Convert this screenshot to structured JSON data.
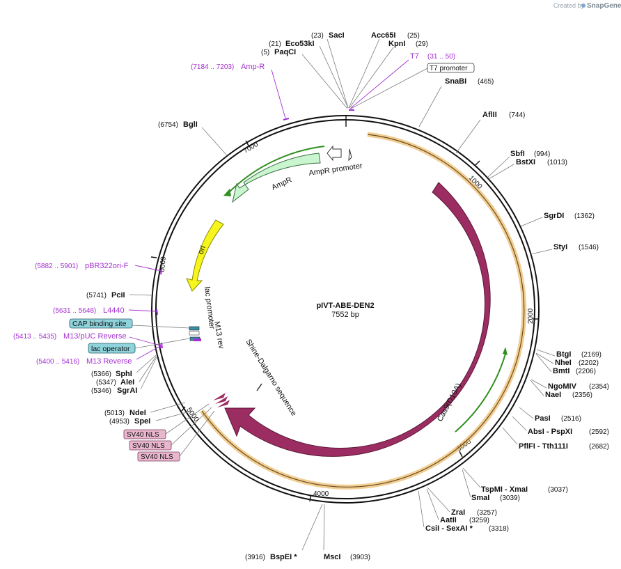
{
  "credit": {
    "text": "Created by",
    "brand": "SnapGene"
  },
  "plasmid": {
    "name": "pIVT-ABE-DEN2",
    "size_label": "7552 bp",
    "length": 7552
  },
  "scale_ticks": [
    "1000",
    "2000",
    "3000",
    "4000",
    "5000",
    "6000",
    "7000"
  ],
  "enzymes": [
    {
      "name": "SacI",
      "pos": "(23)"
    },
    {
      "name": "Eco53kI",
      "pos": "(21)"
    },
    {
      "name": "PaqCI",
      "pos": "(5)"
    },
    {
      "name": "Acc65I",
      "pos": "(25)"
    },
    {
      "name": "KpnI",
      "pos": "(29)"
    },
    {
      "name": "SnaBI",
      "pos": "(465)"
    },
    {
      "name": "AflII",
      "pos": "(744)"
    },
    {
      "name": "SbfI",
      "pos": "(994)"
    },
    {
      "name": "BstXI",
      "pos": "(1013)"
    },
    {
      "name": "SgrDI",
      "pos": "(1362)"
    },
    {
      "name": "StyI",
      "pos": "(1546)"
    },
    {
      "name": "BtgI",
      "pos": "(2169)"
    },
    {
      "name": "NheI",
      "pos": "(2202)"
    },
    {
      "name": "BmtI",
      "pos": "(2206)"
    },
    {
      "name": "NgoMIV",
      "pos": "(2354)"
    },
    {
      "name": "NaeI",
      "pos": "(2356)"
    },
    {
      "name": "PasI",
      "pos": "(2516)"
    },
    {
      "name": "AbsI  - PspXI",
      "pos": "(2592)"
    },
    {
      "name": "PflFI  - Tth111I",
      "pos": "(2682)"
    },
    {
      "name": "TspMI  - XmaI",
      "pos": "(3037)"
    },
    {
      "name": "SmaI",
      "pos": "(3039)"
    },
    {
      "name": "ZraI",
      "pos": "(3257)"
    },
    {
      "name": "AatII",
      "pos": "(3259)"
    },
    {
      "name": "CsiI  - SexAI *",
      "pos": "(3318)"
    },
    {
      "name": "MscI",
      "pos": "(3903)"
    },
    {
      "name": "BspEI *",
      "pos": "(3916)"
    },
    {
      "name": "NdeI",
      "pos": "(5013)"
    },
    {
      "name": "SpeI",
      "pos": "(4953)"
    },
    {
      "name": "SphI",
      "pos": "(5366)"
    },
    {
      "name": "AleI",
      "pos": "(5347)"
    },
    {
      "name": "SgrAI",
      "pos": "(5346)"
    },
    {
      "name": "PciI",
      "pos": "(5741)"
    },
    {
      "name": "BglI",
      "pos": "(6754)"
    }
  ],
  "primers": [
    {
      "name": "T7",
      "range": "(31 .. 50)"
    },
    {
      "name": "Amp-R",
      "range": "(7184 .. 7203)"
    },
    {
      "name": "pBR322ori-F",
      "range": "(5882 .. 5901)"
    },
    {
      "name": "L4440",
      "range": "(5631 .. 5648)"
    },
    {
      "name": "M13/pUC Reverse",
      "range": "(5413 .. 5435)"
    },
    {
      "name": "M13 Reverse",
      "range": "(5400 .. 5416)"
    }
  ],
  "boxed_labels": {
    "t7_promoter": "T7 promoter",
    "cap_site": "CAP binding site",
    "lac_operator": "lac operator",
    "sv40": [
      "SV40 NLS",
      "SV40 NLS",
      "SV40 NLS"
    ]
  },
  "features": {
    "ampr": "AmpR",
    "ampr_promoter": "AmpR promoter",
    "ori": "ori",
    "lac_promoter": "lac promoter",
    "m13_rev": "M13 rev",
    "shine": "Shine-Dalgarno sequence",
    "cas9": "Cas9(D10A)"
  },
  "colors": {
    "cas9": "#9b2d62",
    "ampr": "#c9f5cf",
    "ori": "#f6f61d",
    "orange_outline": "#e6a63a",
    "green_arrow": "#2f8f1f",
    "primer": "#a32fd0",
    "cap_box": "#8fd3dc",
    "sv40_box": "#e8b6cd"
  }
}
